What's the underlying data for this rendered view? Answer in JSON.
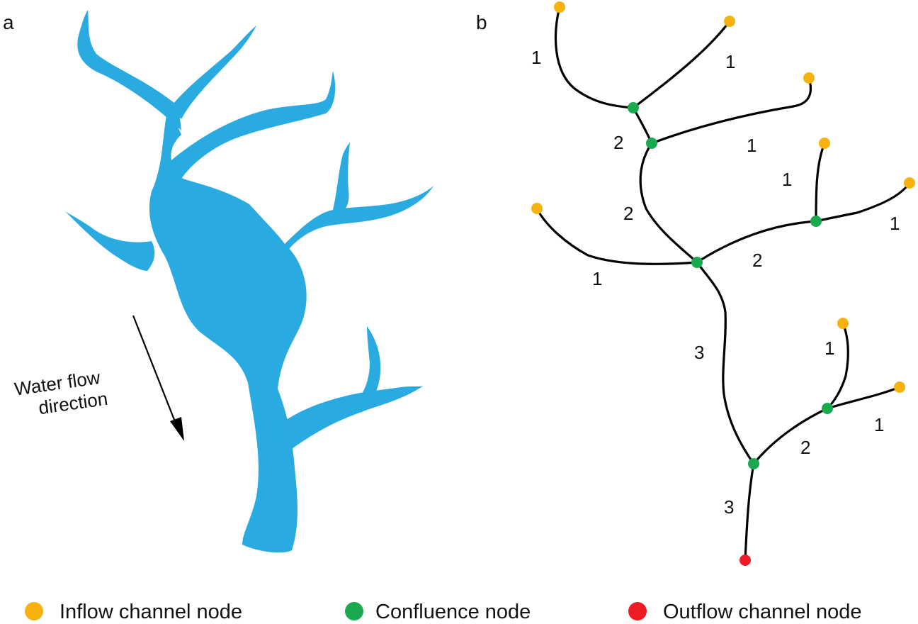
{
  "panels": {
    "a": {
      "letter": "a"
    },
    "b": {
      "letter": "b"
    }
  },
  "flow_direction_label": [
    "Water flow",
    "direction"
  ],
  "colors": {
    "water": "#29ABE2",
    "inflow": "#F7B20F",
    "confluence": "#1AA94F",
    "outflow": "#EE1C24",
    "channel": "#000000"
  },
  "stream_order_labels": [
    "1",
    "1",
    "2",
    "1",
    "1",
    "2",
    "1",
    "2",
    "1",
    "3",
    "1",
    "1",
    "2",
    "3"
  ],
  "legend": [
    {
      "label": "Inflow channel node",
      "color": "#F7B20F"
    },
    {
      "label": "Confluence node",
      "color": "#1AA94F"
    },
    {
      "label": "Outflow channel node",
      "color": "#EE1C24"
    }
  ]
}
